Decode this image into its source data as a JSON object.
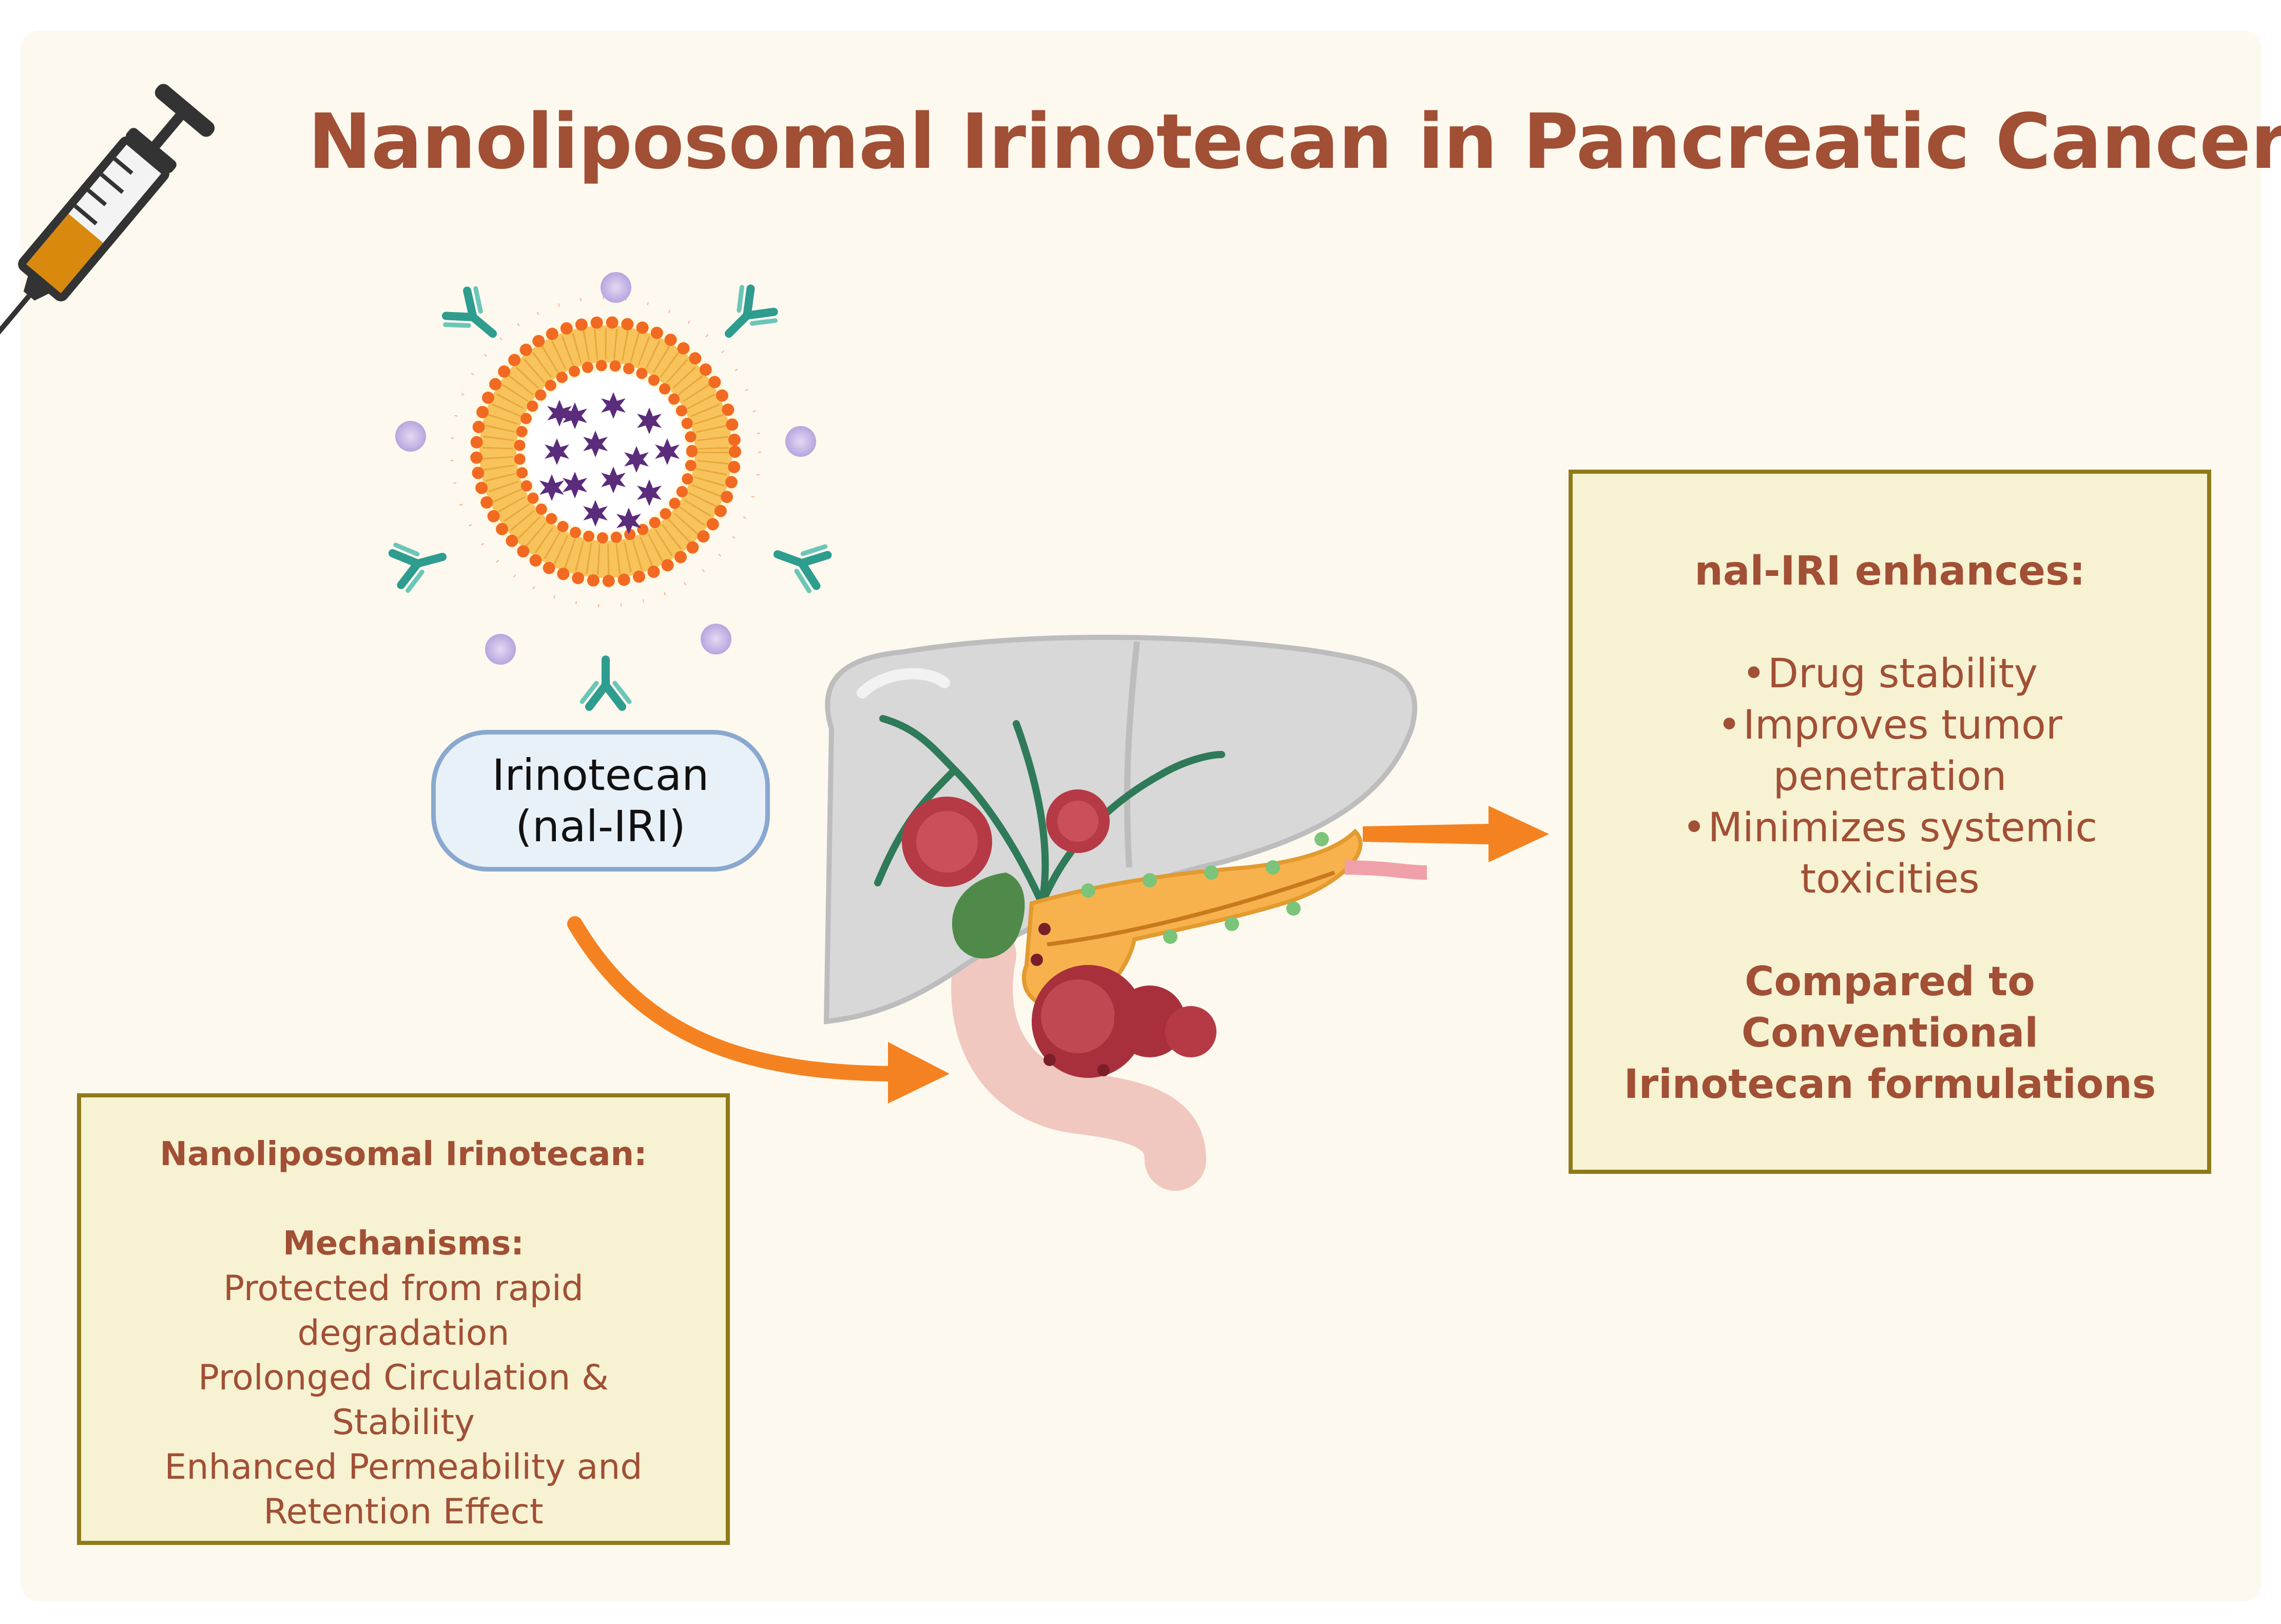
{
  "title": "Nanoliposomal Irinotecan in Pancreatic Cancer",
  "drug_label": {
    "line1": "Irinotecan",
    "line2": "(nal-IRI)"
  },
  "mechanisms_box": {
    "heading": "Nanoliposomal Irinotecan:",
    "subheading": "Mechanisms:",
    "lines": [
      "Protected from rapid",
      "degradation",
      "Prolonged Circulation &",
      "Stability",
      "Enhanced Permeability and",
      "Retention Effect"
    ]
  },
  "enhances_box": {
    "heading": "nal-IRI enhances:",
    "bullet_glyph": "•",
    "bullets": [
      {
        "line1": "Drug stability",
        "line2": ""
      },
      {
        "line1": "Improves tumor",
        "line2": "penetration"
      },
      {
        "line1": "Minimizes systemic",
        "line2": "toxicities"
      }
    ],
    "comparison": [
      "Compared to",
      "Conventional",
      "Irinotecan formulations"
    ]
  },
  "colors": {
    "title_text": "#a14f35",
    "box_border": "#8f7a1a",
    "box_fill": "#f6f2d2",
    "arrow": "#f58220",
    "lipid_head": "#f26a22",
    "lipid_core": "#f8c35a",
    "drug_star": "#5b2b7c",
    "antibody": "#2e9c8f",
    "liver": "#d8d8d8",
    "pancreas": "#f7b24e",
    "tumor": "#b53a45",
    "gallbladder": "#4f8a4a"
  },
  "icons": [
    "syringe-icon",
    "liposome-icon",
    "antibody-icon",
    "drug-molecule-icon",
    "liver-icon",
    "pancreas-icon",
    "tumor-icon",
    "gallbladder-icon",
    "arrow-icon"
  ]
}
